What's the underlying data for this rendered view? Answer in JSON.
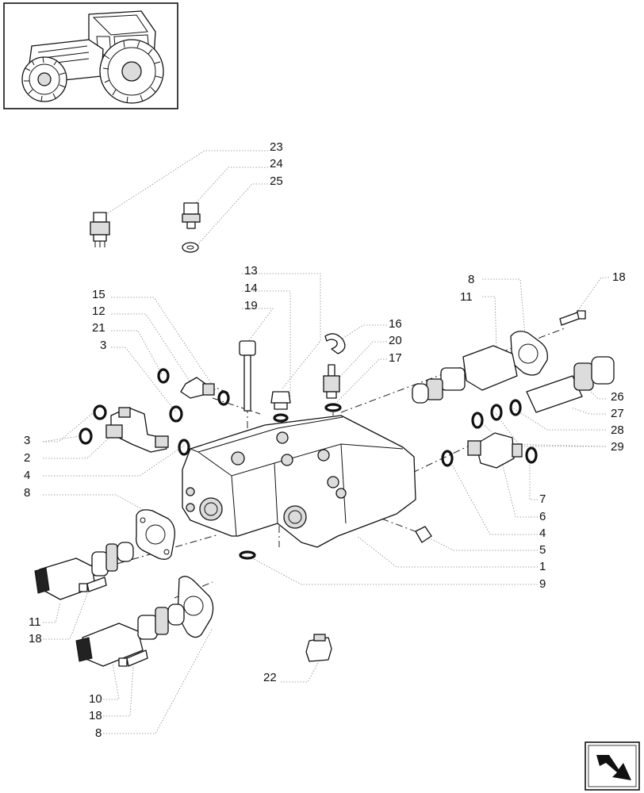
{
  "labels": {
    "p23": "23",
    "p24": "24",
    "p25": "25",
    "p13": "13",
    "p14": "14",
    "p19": "19",
    "p15": "15",
    "p12": "12",
    "p21": "21",
    "p3a": "3",
    "p3b": "3",
    "p2": "2",
    "p4a": "4",
    "p8a": "8",
    "p16": "16",
    "p20": "20",
    "p17": "17",
    "p8b": "8",
    "p11a": "11",
    "p18a": "18",
    "p26": "26",
    "p27": "27",
    "p28": "28",
    "p29": "29",
    "p7": "7",
    "p6": "6",
    "p4b": "4",
    "p5": "5",
    "p1": "1",
    "p9": "9",
    "p11b": "11",
    "p18b": "18",
    "p22": "22",
    "p10": "10",
    "p18c": "18",
    "p8c": "8"
  },
  "icons": {
    "thumbnail": "tractor-thumbnail",
    "navigation": "next-page-arrow-icon"
  }
}
